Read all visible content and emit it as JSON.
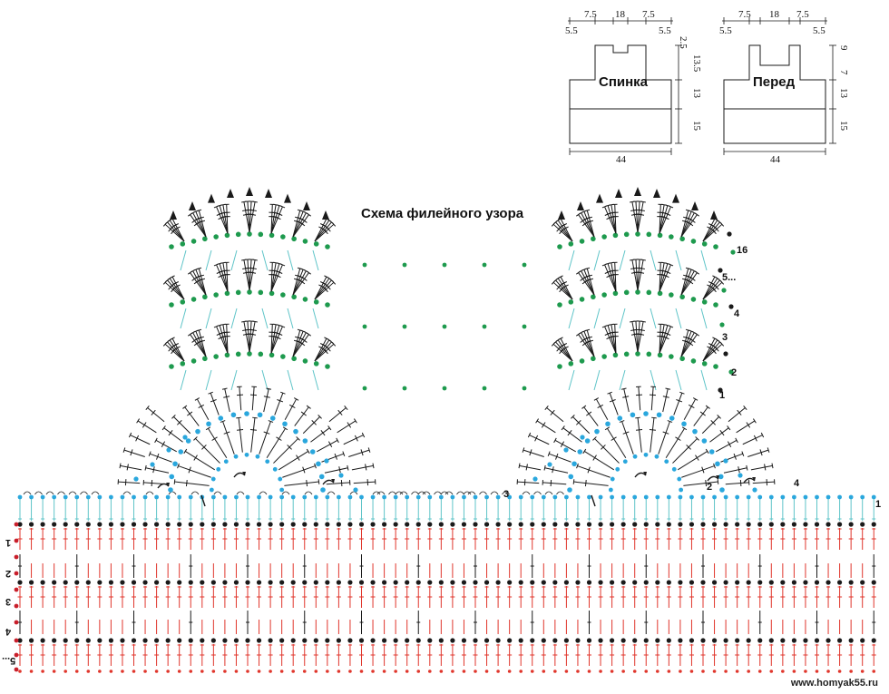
{
  "diagram": {
    "title": "Схема филейного узора",
    "watermark": "www.homyak55.ru",
    "pieces": [
      {
        "name": "Спинка",
        "top_widths": [
          "7.5",
          "18",
          "7.5"
        ],
        "edge_widths": [
          "5.5",
          "5.5"
        ],
        "bottom_width": "44",
        "side_heights": [
          "2.5",
          "13.5",
          "13",
          "15"
        ]
      },
      {
        "name": "Перед",
        "top_widths": [
          "7.5",
          "18",
          "7.5"
        ],
        "edge_widths": [
          "5.5",
          "5.5"
        ],
        "bottom_width": "44",
        "side_heights": [
          "9",
          "7",
          "13",
          "15"
        ]
      }
    ],
    "fan_row_labels": [
      "16",
      "5...",
      "4",
      "3",
      "2",
      "1"
    ],
    "base_row_labels": [
      "1",
      "2",
      "3",
      "4",
      "5..."
    ],
    "base_edge_labels": [
      "3",
      "2",
      "4",
      "1"
    ]
  },
  "colors": {
    "ink": "#1a1a1a",
    "green": "#1e9a4e",
    "blue": "#2aa7dd",
    "teal": "#5fc4c8",
    "red": "#e0362c",
    "darkred": "#c81e2a"
  }
}
